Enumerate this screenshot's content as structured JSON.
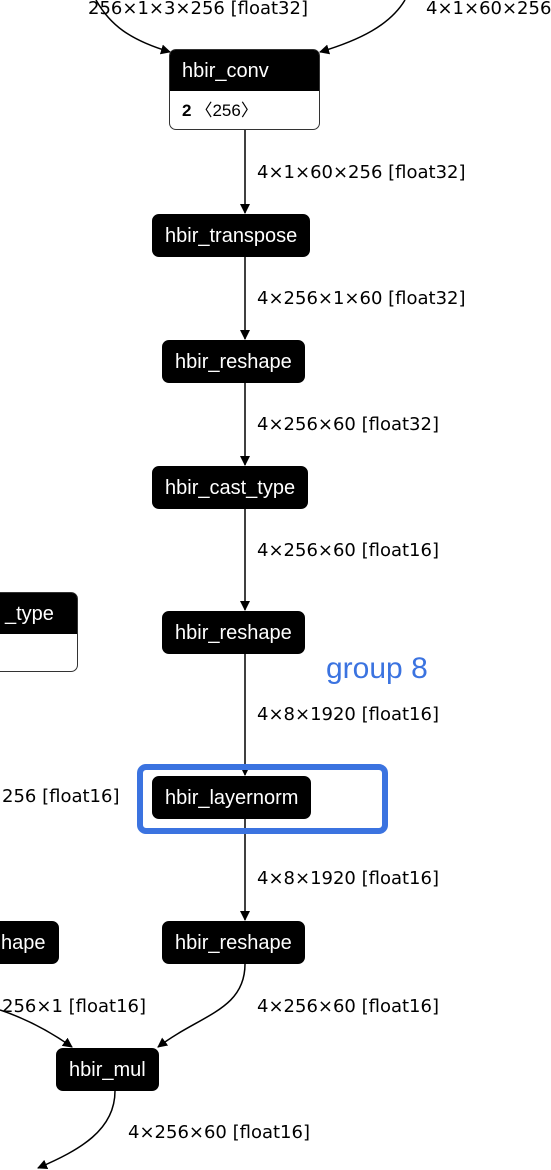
{
  "nodes": {
    "conv": {
      "label": "hbir_conv",
      "attr_key": "2",
      "attr_value": "〈256〉"
    },
    "transpose": {
      "label": "hbir_transpose"
    },
    "reshape1": {
      "label": "hbir_reshape"
    },
    "cast": {
      "label": "hbir_cast_type"
    },
    "reshape2": {
      "label": "hbir_reshape"
    },
    "layernorm": {
      "label": "hbir_layernorm"
    },
    "reshape3": {
      "label": "hbir_reshape"
    },
    "mul": {
      "label": "hbir_mul"
    },
    "left_cast_partial": {
      "label": "_type"
    },
    "left_reshape_partial": {
      "label": "hape"
    }
  },
  "edges": {
    "in_left": "256×1×3×256 [float32]",
    "in_right": "4×1×60×256",
    "conv_to_transpose": "4×1×60×256 [float32]",
    "transpose_to_reshape": "4×256×1×60 [float32]",
    "reshape_to_cast": "4×256×60 [float32]",
    "cast_to_reshape": "4×256×60 [float16]",
    "reshape_to_layernorm": "4×8×1920 [float16]",
    "layernorm_to_reshape": "4×8×1920 [float16]",
    "reshape_to_mul": "4×256×60 [float16]",
    "left_mid": "256 [float16]",
    "left_to_mul": "256×1 [float16]",
    "mul_out": "4×256×60 [float16]"
  },
  "group": {
    "label": "group 8"
  },
  "colors": {
    "accent": "#3b73e0",
    "node": "#000000",
    "edge": "#000000"
  }
}
